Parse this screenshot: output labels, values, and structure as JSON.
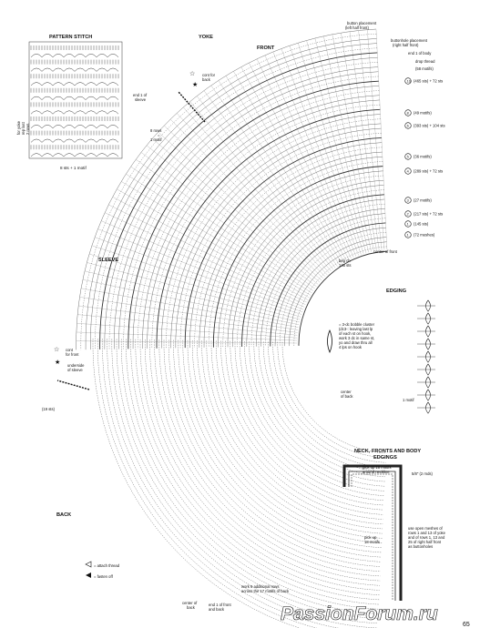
{
  "headings": {
    "pattern_stitch": "PATTERN STITCH",
    "yoke": "YOKE",
    "front": "FRONT",
    "sleeve": "SLEEVE",
    "back": "BACK",
    "edging": "EDGING",
    "neck_edgings_1": "NECK, FRONTS AND BODY",
    "neck_edgings_2": "EDGINGS"
  },
  "pattern_stitch": {
    "side_label": [
      "for yoke",
      "rep last",
      "2 rows"
    ],
    "motif_label": "8 sts + 1 motif"
  },
  "yoke_labels": {
    "button_placement": [
      "button placement",
      "(left half front)"
    ],
    "buttonhole_placement": [
      "buttonhole placement",
      "(right half front)"
    ],
    "end_body": "end 1 of body",
    "drop_thread": "drop thread",
    "motifs_58": "(58 motifs)",
    "beg_ch": [
      "beg ch",
      "146 sts"
    ],
    "center_front": "center of front",
    "cont_for_back": [
      "cont for",
      "back"
    ],
    "end_sleeve": [
      "end 1 of",
      "sleeve"
    ],
    "rows_motif": [
      "8 rows",
      "=",
      "1 motif"
    ]
  },
  "right_rows": [
    {
      "num": "10",
      "text": "(465 sts) + 72 sts"
    },
    {
      "num": "8",
      "text": "(49 motifs)"
    },
    {
      "num": "6",
      "text": "(393 sts) + 104 sts"
    },
    {
      "num": "5",
      "text": "(36 motifs)"
    },
    {
      "num": "4",
      "text": "(289 sts) + 72 sts"
    },
    {
      "num": "3",
      "text": "(27 motifs)"
    },
    {
      "num": "2",
      "text": "(217 sts) + 72 sts"
    },
    {
      "num": "1",
      "text": "(145 sts)"
    },
    {
      "num": "1",
      "text": "(72 meshes)"
    }
  ],
  "sleeve_labels": {
    "cont_for_front": [
      "cont",
      "for front"
    ],
    "underside": [
      "underside",
      "of sleeve"
    ],
    "sts19": "(19 sts)"
  },
  "center_back": [
    "center",
    "of back"
  ],
  "bottom_labels": {
    "center_back": [
      "center of",
      "back"
    ],
    "end_front_back": [
      "end 1 of front",
      "and back"
    ],
    "work_more": [
      "work 6 additional rows",
      "across the 17 motifs of back"
    ]
  },
  "legend": {
    "attach": "= attach thread",
    "fasten": "= fasten off"
  },
  "edging": {
    "bobble": [
      "= 3-dc bobble cluster",
      "(dc3-: leaving last lp",
      "of each st on hook,",
      "work 3 dc in  same st,",
      "yo and draw thru all",
      "4 lps on hook"
    ],
    "one_motif": "1 motif"
  },
  "neck": {
    "pick_up_top": [
      "pick up 18 motifs",
      "around neckline"
    ],
    "width": "5/8\" (2 rnds)",
    "pick_up_side": [
      "pick up",
      "18 motifs"
    ],
    "buttonholes": [
      "use open meshes of",
      "rows 1 and 13 of yoke",
      "and of rows 1, 13 and",
      "25 of right half front",
      "as buttonholes"
    ]
  },
  "page_number": "65",
  "watermark": "PassionForum.ru"
}
